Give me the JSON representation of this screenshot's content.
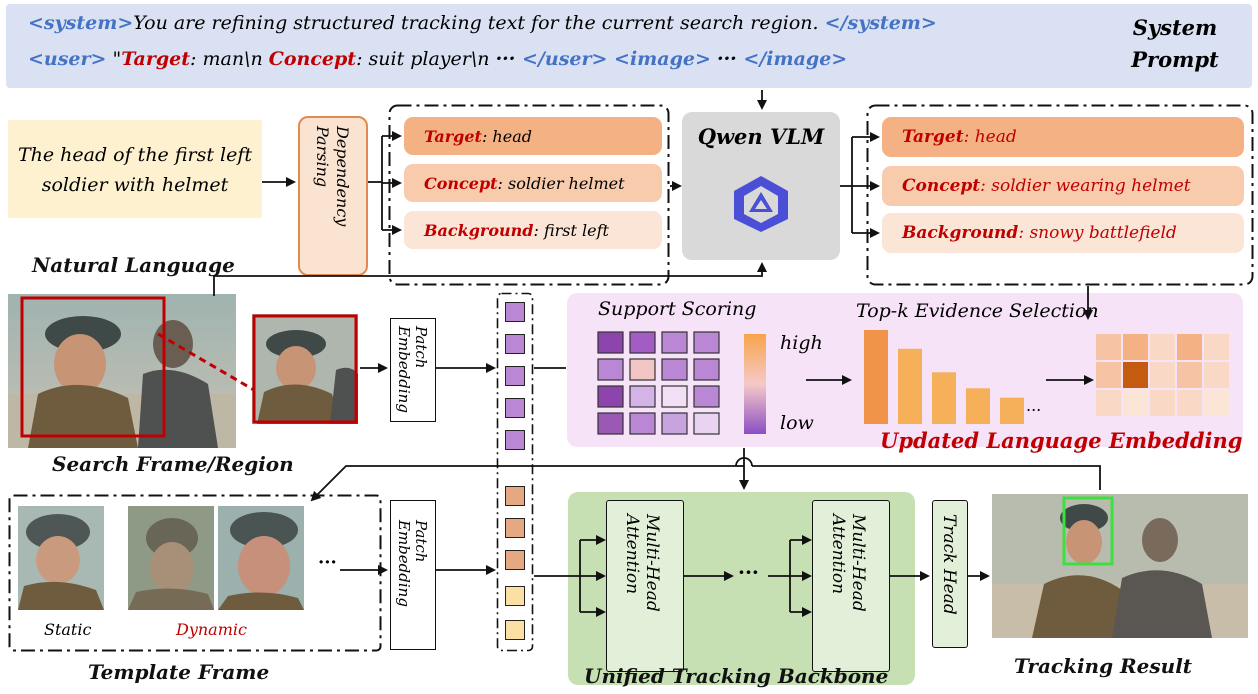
{
  "system_prompt": {
    "line1_tag_open": "<system>",
    "line1_text": "You are refining structured tracking text for the current search region. ",
    "line1_tag_close": "</system>",
    "line2_user_open": "<user>",
    "line2_quote": " \"",
    "line2_target_key": "Target",
    "line2_target_val": ": man\\n ",
    "line2_concept_key": "Concept",
    "line2_concept_val": ": suit player\\n ",
    "line2_ellipsis": "···",
    "line2_user_close": " </user> ",
    "line2_image_open": "<image>",
    "line2_ellipsis2": "···",
    "line2_image_close": " </image>",
    "label_line1": "System",
    "label_line2": "Prompt"
  },
  "natural_language": {
    "text_line1": "The head of the first left",
    "text_line2": "soldier with helmet",
    "label": "Natural Language"
  },
  "dependency_parsing": {
    "line1": "Dependency",
    "line2": "Parsing"
  },
  "parsed": {
    "target_key": "Target",
    "target_val": ": head",
    "concept_key": "Concept",
    "concept_val": ": soldier helmet",
    "background_key": "Background",
    "background_val": ": first left"
  },
  "vlm": {
    "title": "Qwen VLM",
    "icon": "qwen-logo-icon"
  },
  "refined": {
    "target_key": "Target",
    "target_val": ": head",
    "concept_key": "Concept",
    "concept_val": ": soldier wearing helmet",
    "background_key": "Background",
    "background_val": ": snowy battlefield"
  },
  "search": {
    "label": "Search Frame/Region"
  },
  "patch_embedding": {
    "line1": "Patch",
    "line2": "Embedding"
  },
  "scoring": {
    "support_title": "Support Scoring",
    "high": "high",
    "low": "low",
    "topk_title": "Top-k Evidence Selection",
    "topk_bars": [
      1.0,
      0.8,
      0.55,
      0.38,
      0.28
    ],
    "ellipsis": "...",
    "updated_label": "Updated Language Embedding",
    "grid_colors": [
      [
        "#8e44ad",
        "#a35cc4",
        "#b987d4",
        "#b987d4"
      ],
      [
        "#b987d4",
        "#f3c6c6",
        "#b987d4",
        "#b987d4"
      ],
      [
        "#8e44ad",
        "#d4b3e6",
        "#f2dff5",
        "#b987d4"
      ],
      [
        "#9b59b6",
        "#b987d4",
        "#c9a3dd",
        "#e8d4f0"
      ]
    ],
    "heat_colors": [
      [
        "#f6c4a4",
        "#f4b183",
        "#f9d9c5",
        "#f4b183",
        "#f9d9c5"
      ],
      [
        "#f6c4a4",
        "#c55a11",
        "#f9d9c5",
        "#f6c4a4",
        "#f9d9c5"
      ],
      [
        "#f9d9c5",
        "#fbe5d6",
        "#f9d9c5",
        "#f9d9c5",
        "#fbe5d6"
      ]
    ]
  },
  "template": {
    "static_label": "Static",
    "dynamic_label": "Dynamic",
    "ellipsis": "···",
    "label": "Template Frame"
  },
  "backbone": {
    "mha1_line1": "Multi-Head",
    "mha1_line2": "Attention",
    "mha2_line1": "Multi-Head",
    "mha2_line2": "Attention",
    "ellipsis": "···",
    "label": "Unified Tracking Backbone"
  },
  "track_head": {
    "label": "Track Head"
  },
  "result": {
    "label": "Tracking Result"
  },
  "token_colors": {
    "search": "#b987d4",
    "template": [
      "#e6a882",
      "#e6a882",
      "#e6a882",
      "#fbe0a6",
      "#fbe0a6"
    ]
  }
}
